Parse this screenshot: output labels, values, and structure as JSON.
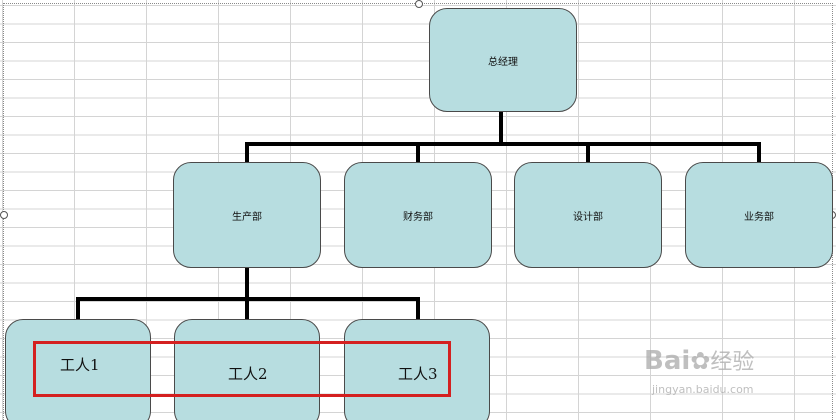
{
  "org": {
    "root": "总经理",
    "departments": [
      "生产部",
      "财务部",
      "设计部",
      "业务部"
    ],
    "workers": [
      "工人1",
      "工人2",
      "工人3"
    ]
  },
  "watermark": {
    "logo_text": "Bai",
    "logo_suffix": "经验",
    "url": "jingyan.baidu.com"
  },
  "colors": {
    "node_fill": "#b7dde0",
    "node_border": "#4a4a4a",
    "highlight": "#d42020",
    "connector": "#000000"
  }
}
